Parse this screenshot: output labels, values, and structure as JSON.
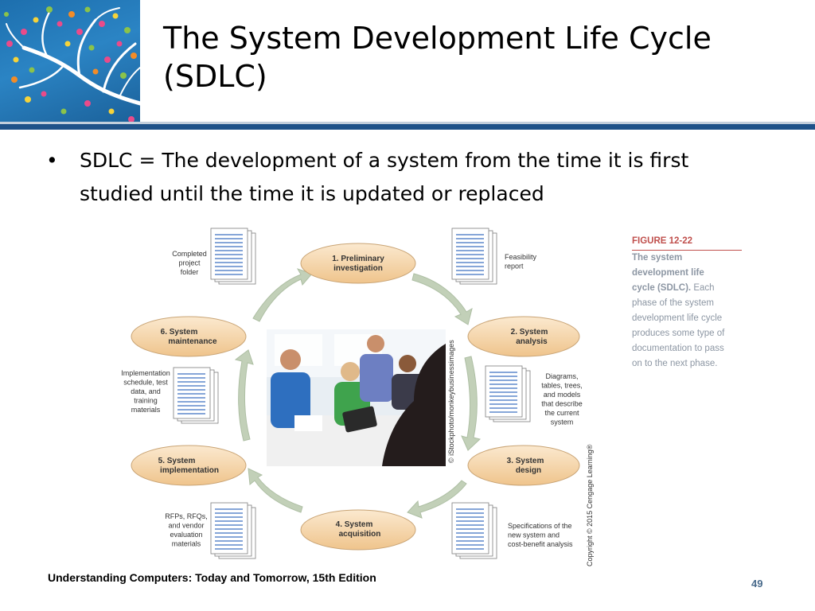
{
  "slide": {
    "title_line1": "The System Development Life Cycle",
    "title_line2": "(SDLC)",
    "bullet_symbol": "•",
    "bullet_line1": "SDLC = The development of a system from the time it is first",
    "bullet_line2": "studied until the time it is updated or replaced",
    "footer": "Understanding Computers: Today and Tomorrow, 15th Edition",
    "page_number": "49"
  },
  "diagram": {
    "phases": [
      {
        "line1": "1. Preliminary",
        "line2": "investigation"
      },
      {
        "line1": "2. System",
        "line2": "analysis"
      },
      {
        "line1": "3. System",
        "line2": "design"
      },
      {
        "line1": "4. System",
        "line2": "acquisition"
      },
      {
        "line1": "5. System",
        "line2": "implementation"
      },
      {
        "line1": "6. System",
        "line2": "maintenance"
      }
    ],
    "documents": [
      {
        "lines": [
          "Completed",
          "project",
          "folder"
        ]
      },
      {
        "lines": [
          "Feasibility",
          "report"
        ]
      },
      {
        "lines": [
          "Diagrams,",
          "tables, trees,",
          "and models",
          "that describe",
          "the current",
          "system"
        ]
      },
      {
        "lines": [
          "Specifications of the",
          "new system and",
          "cost-benefit analysis"
        ]
      },
      {
        "lines": [
          "RFPs, RFQs,",
          "and vendor",
          "evaluation",
          "materials"
        ]
      },
      {
        "lines": [
          "Implementation",
          "schedule, test",
          "data, and",
          "training",
          "materials"
        ]
      }
    ],
    "photo_credit": "© iStockphoto/monkeybusinessimages",
    "copyright": "Copyright © 2015 Cengage Learning®"
  },
  "caption": {
    "figure_number": "FIGURE 12-22",
    "title_lines": [
      "The system",
      "development life",
      "cycle (SDLC)."
    ],
    "title_tail": " Each",
    "body_lines": [
      "phase of the system",
      "development life cycle",
      "produces some type of",
      "documentation to pass",
      "on to the next phase."
    ]
  },
  "colors": {
    "title_rule": "#1f5289",
    "phase_fill": "#f2d3a6",
    "arrow": "#b8c8ae",
    "caption_number": "#c0504d",
    "caption_text": "#8c96a3",
    "page_number": "#4a6b8c"
  }
}
